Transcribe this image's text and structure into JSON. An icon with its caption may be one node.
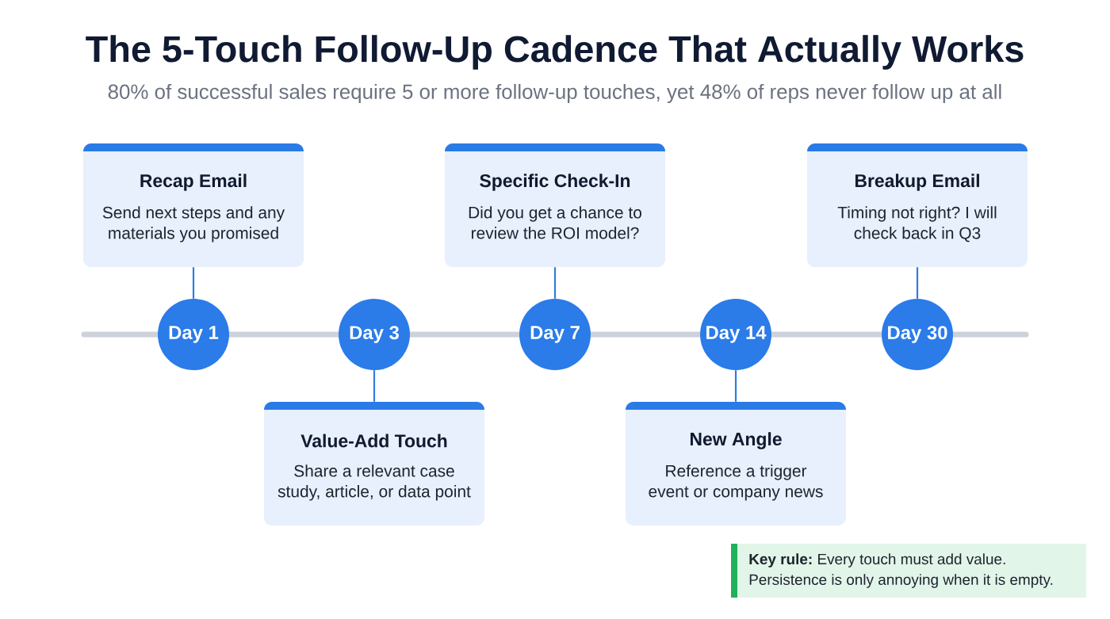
{
  "diagram": {
    "title": "The 5-Touch Follow-Up Cadence That Actually Works",
    "nodes": [
      {
        "text": [
          "Day 1"
        ]
      },
      {
        "text": [
          "Day 3"
        ]
      },
      {
        "text": [
          "Day 7"
        ]
      },
      {
        "text": [
          "Day 14"
        ]
      },
      {
        "text": [
          "Day 30"
        ]
      },
      {
        "text": [
          "Recap Email",
          "Send next steps and any materials you promised"
        ]
      },
      {
        "text": [
          "Value-Add Touch",
          "Share a relevant case study, article, or data point"
        ]
      },
      {
        "text": [
          "Specific Check-In",
          "Did you get a chance to review the ROI model?"
        ]
      },
      {
        "text": [
          "New Angle",
          "Reference a trigger event or company news"
        ]
      },
      {
        "text": [
          "Breakup Email",
          "Timing not right? I will check back in Q3"
        ]
      },
      {
        "text": [
          "**Key rule:** Every touch must add value. Persistence is only annoying when it is empty."
        ]
      }
    ],
    "edges": [
      {
        "from": 5,
        "to": 0,
        "arrow": "none"
      },
      {
        "from": 6,
        "to": 1,
        "arrow": "none"
      },
      {
        "from": 7,
        "to": 2,
        "arrow": "none"
      },
      {
        "from": 8,
        "to": 3,
        "arrow": "none"
      },
      {
        "from": 9,
        "to": 4,
        "arrow": "none"
      }
    ],
    "labels": [
      "80% of successful sales require 5 or more follow-up touches, yet 48% of reps never follow up at all"
    ]
  }
}
